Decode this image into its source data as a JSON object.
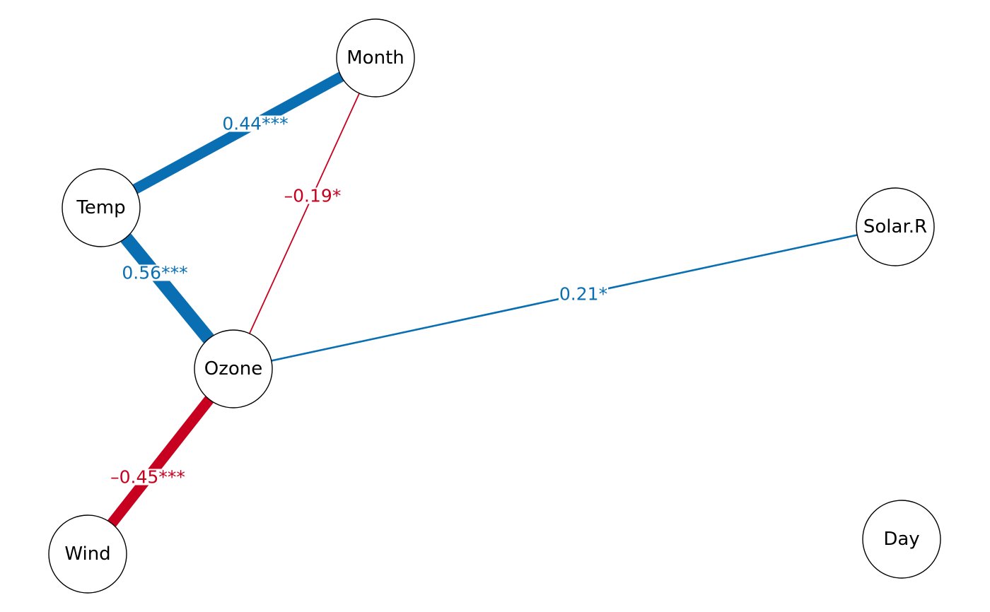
{
  "nodes": [
    {
      "id": "month",
      "label": "Month"
    },
    {
      "id": "temp",
      "label": "Temp"
    },
    {
      "id": "solar",
      "label": "Solar.R"
    },
    {
      "id": "ozone",
      "label": "Ozone"
    },
    {
      "id": "wind",
      "label": "Wind"
    },
    {
      "id": "day",
      "label": "Day"
    }
  ],
  "edges": [
    {
      "id": "temp-month",
      "from": "temp",
      "to": "month",
      "label": "0.44***",
      "weight": 0.44,
      "color": "#0a6fb2"
    },
    {
      "id": "month-ozone",
      "from": "month",
      "to": "ozone",
      "label": "–0.19*",
      "weight": -0.19,
      "color": "#c8001f"
    },
    {
      "id": "temp-ozone",
      "from": "temp",
      "to": "ozone",
      "label": "0.56***",
      "weight": 0.56,
      "color": "#0a6fb2"
    },
    {
      "id": "ozone-solar",
      "from": "ozone",
      "to": "solar",
      "label": "0.21*",
      "weight": 0.21,
      "color": "#0a6fb2"
    },
    {
      "id": "ozone-wind",
      "from": "ozone",
      "to": "wind",
      "label": "–0.45***",
      "weight": -0.45,
      "color": "#c8001f"
    }
  ],
  "colors": {
    "positive": "#0a6fb2",
    "negative": "#c8001f",
    "node_fill": "#ffffff",
    "node_stroke": "#000000"
  }
}
